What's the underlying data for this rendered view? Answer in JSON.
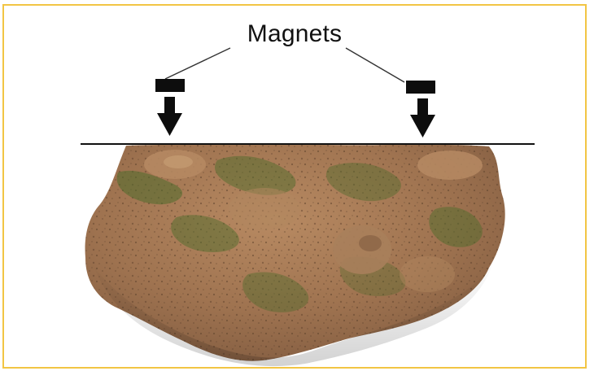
{
  "diagram": {
    "title": "Magnets",
    "icons": {
      "magnet_left": "magnet-block",
      "magnet_right": "magnet-block",
      "arrow_left": "down-arrow",
      "arrow_right": "down-arrow"
    },
    "colors": {
      "frame": "#f2c544",
      "rock_base": "#a67a56",
      "rock_moss": "#4f6b2c",
      "ink": "#111111"
    }
  }
}
